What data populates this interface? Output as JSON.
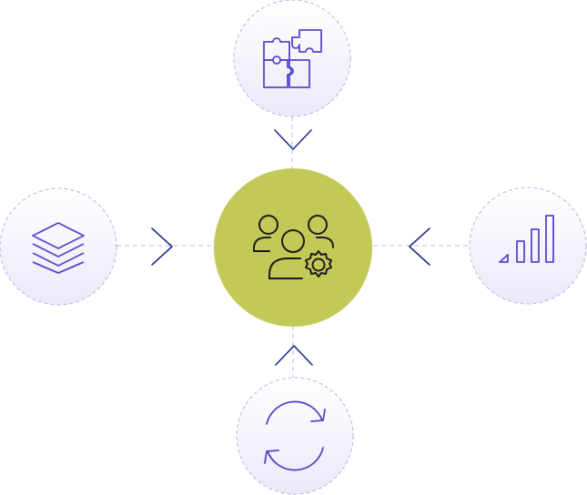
{
  "diagram": {
    "center": {
      "icon": "team-settings-icon",
      "fill_color": "#c3c956"
    },
    "satellites": [
      {
        "position": "top",
        "icon": "puzzle-icon"
      },
      {
        "position": "left",
        "icon": "layers-icon"
      },
      {
        "position": "right",
        "icon": "signal-bars-icon"
      },
      {
        "position": "bottom",
        "icon": "refresh-icon"
      }
    ],
    "colors": {
      "icon_stroke": "#5548c8",
      "satellite_border": "#b9b2e6",
      "satellite_fill_top": "#ffffff",
      "satellite_fill_bottom": "#ebe9f9",
      "chevron": "#1f2f87",
      "connector": "#c9c3ea",
      "center_icon_stroke": "#1b1b22"
    }
  }
}
